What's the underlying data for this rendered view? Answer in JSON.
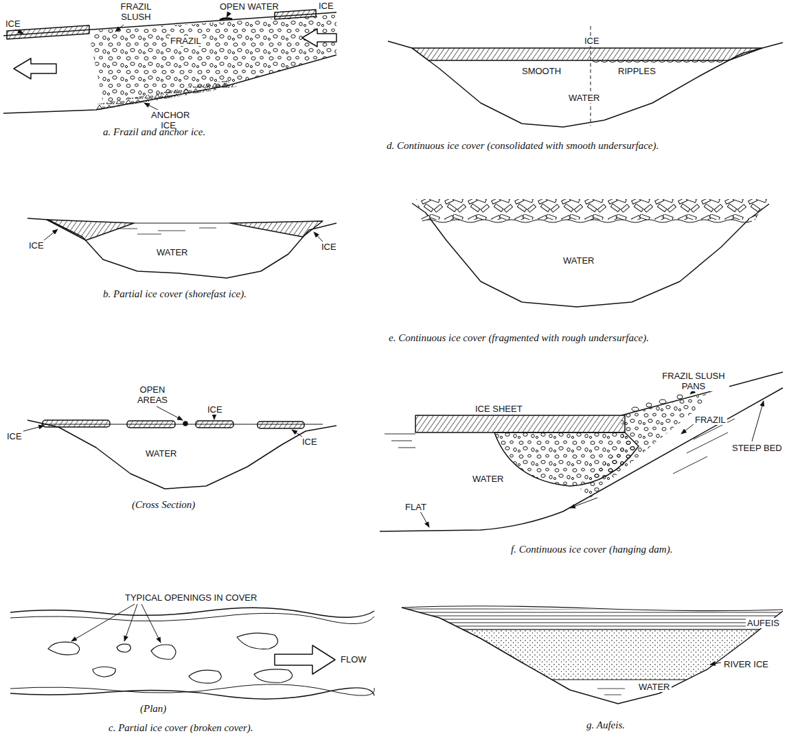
{
  "diagram": {
    "labels": [
      "ICE",
      "FRAZIL SLUSH",
      "OPEN WATER",
      "ICE",
      "FRAZIL",
      "ANCHOR ICE",
      "a. Frazil and anchor ice.",
      "ICE",
      "SMOOTH",
      "RIPPLES",
      "WATER",
      "d. Continuous ice cover (consolidated with smooth undersurface).",
      "ICE",
      "ICE",
      "WATER",
      "b. Partial ice cover (shorefast ice).",
      "WATER",
      "e. Continuous ice cover (fragmented with rough undersurface).",
      "OPEN AREAS",
      "ICE",
      "ICE",
      "ICE",
      "WATER",
      "(Cross Section)",
      "TYPICAL OPENINGS IN COVER",
      "FLOW",
      "(Plan)",
      "c. Partial ice cover (broken cover).",
      "ICE SHEET",
      "FRAZIL SLUSH PANS",
      "FRAZIL",
      "STEEP BED",
      "WATER",
      "FLAT",
      "f. Continuous ice cover (hanging dam).",
      "AUFEIS",
      "RIVER ICE",
      "WATER",
      "g. Aufeis."
    ]
  }
}
